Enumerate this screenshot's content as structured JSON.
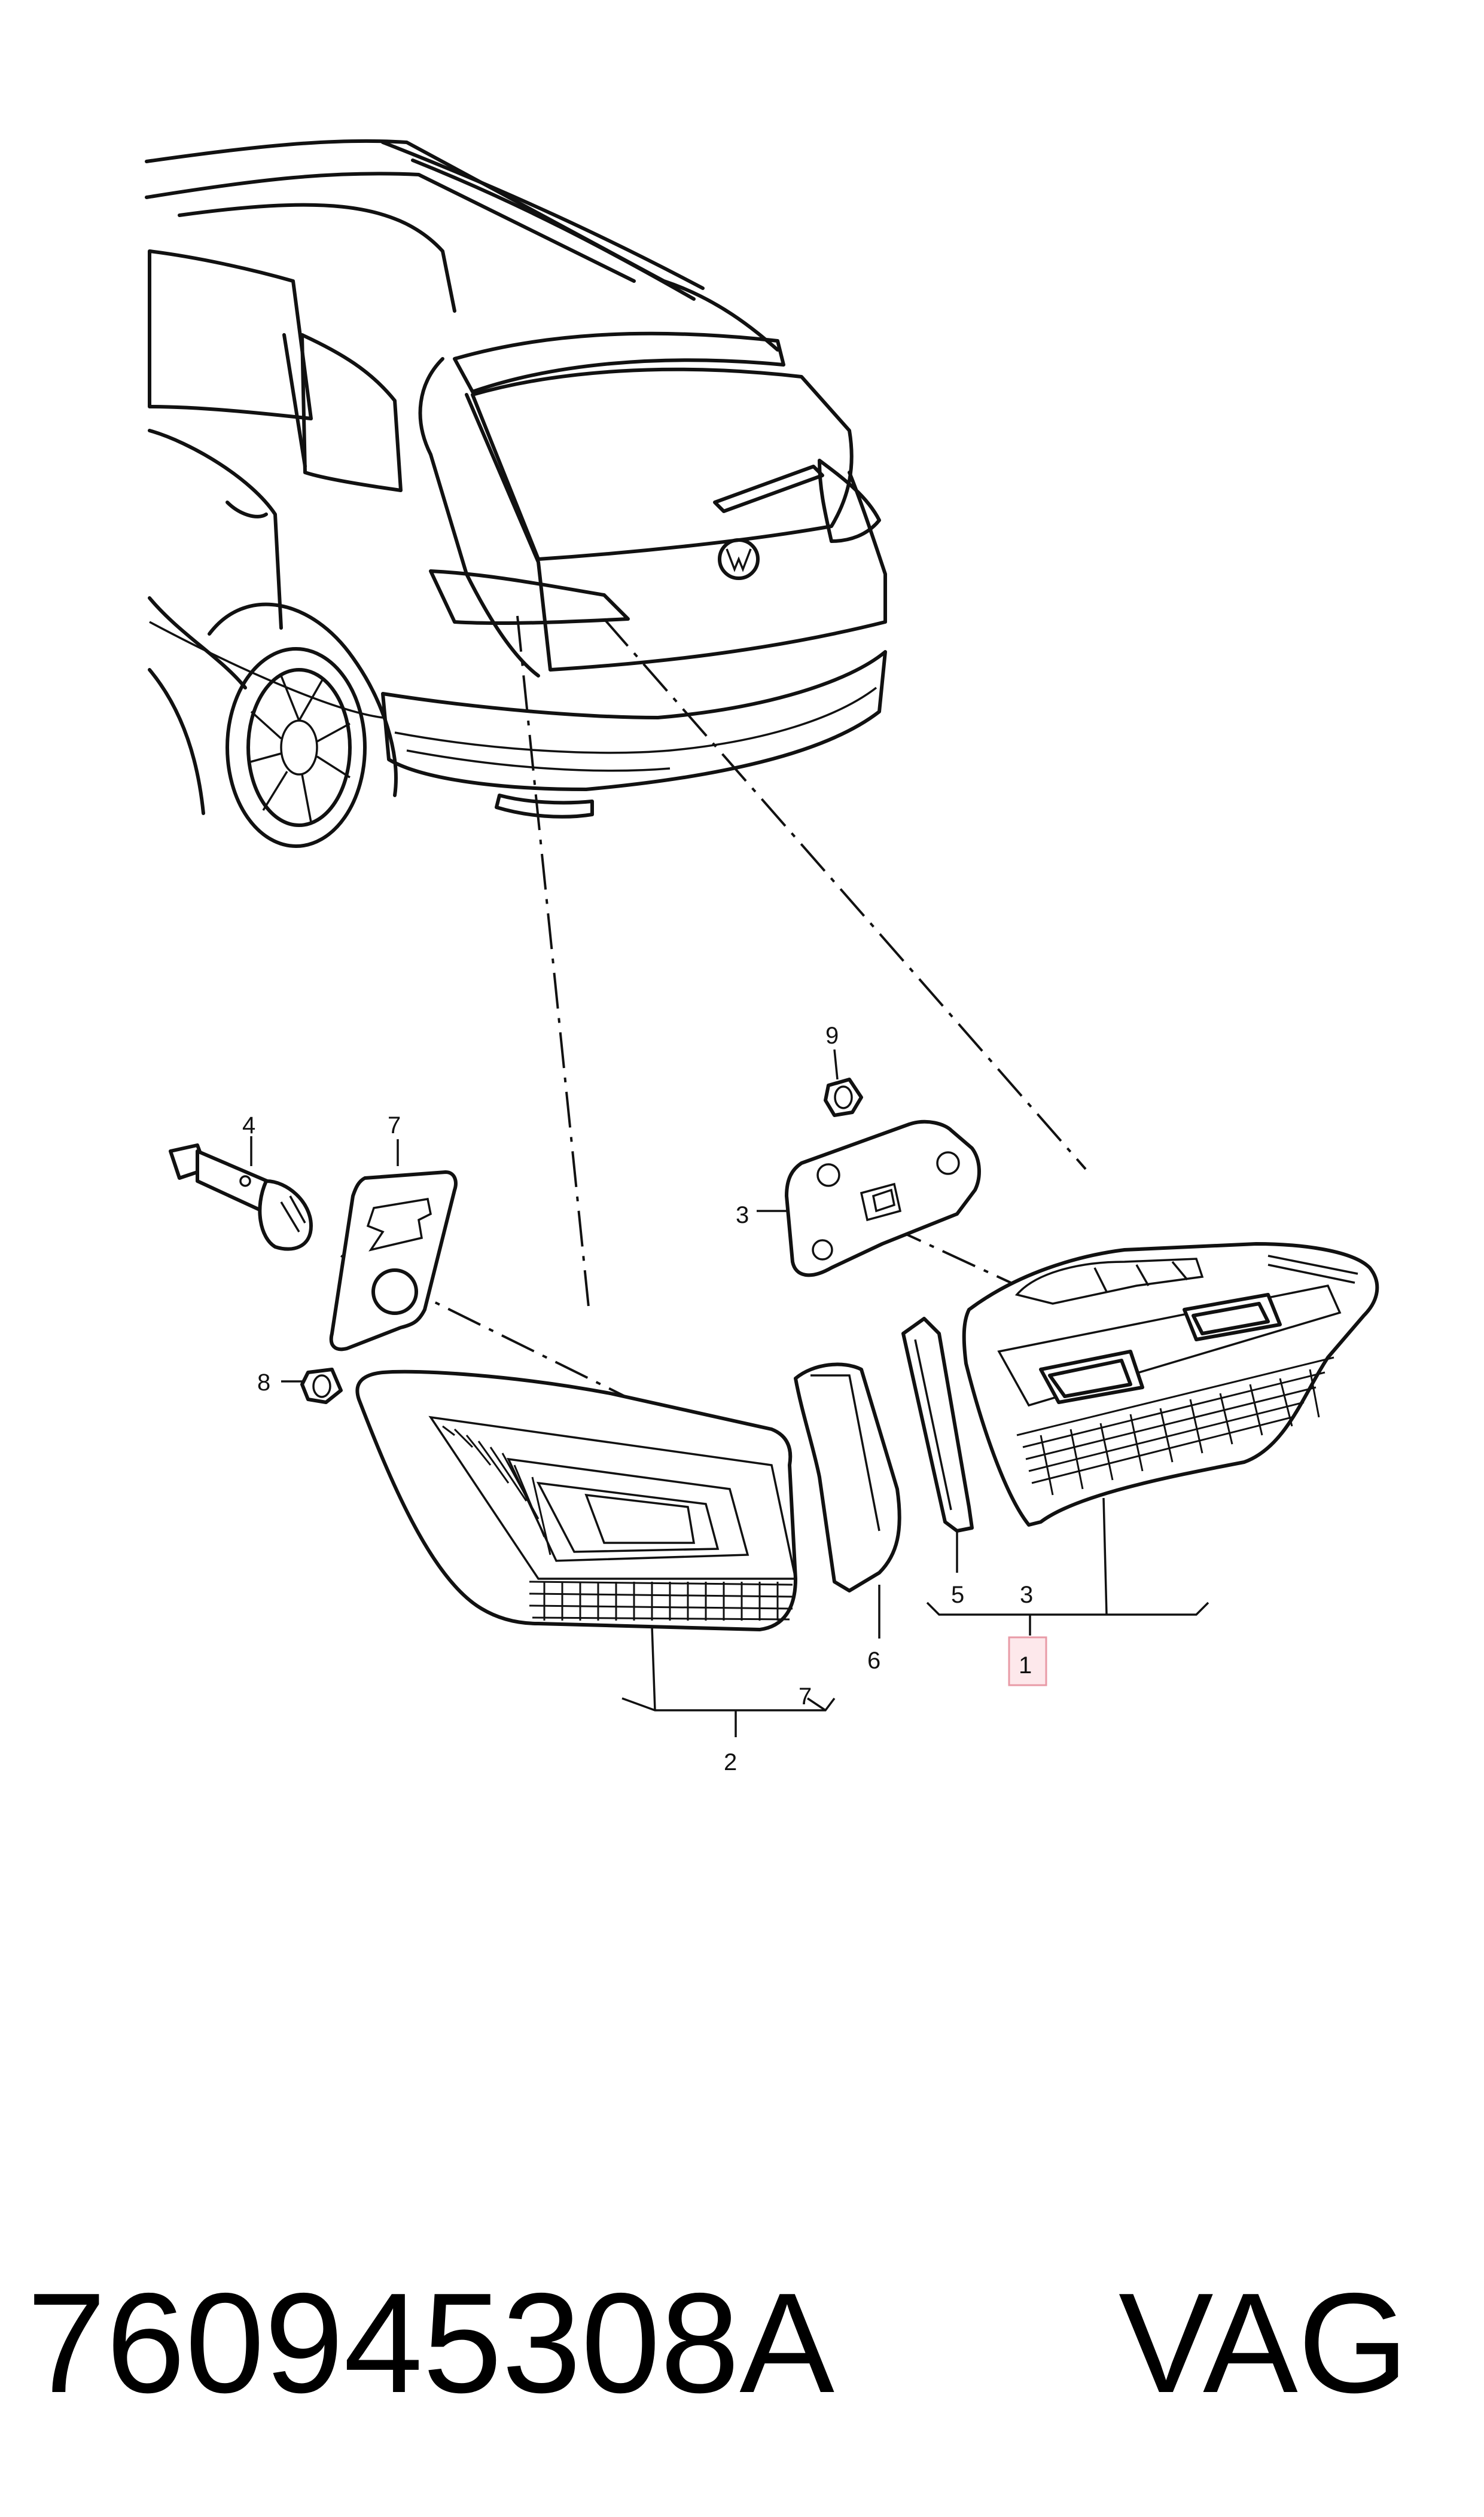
{
  "callouts": {
    "c1": "1",
    "c2": "2",
    "c3a": "3",
    "c3b": "3",
    "c4": "4",
    "c5": "5",
    "c6": "6",
    "c7a": "7",
    "c7b": "7",
    "c8": "8",
    "c9": "9"
  },
  "footer": {
    "part_number": "760945308A",
    "brand": "VAG"
  },
  "colors": {
    "line": "#111111",
    "highlight_box": "#e89aa6",
    "highlight_fill": "#fde8eb"
  }
}
